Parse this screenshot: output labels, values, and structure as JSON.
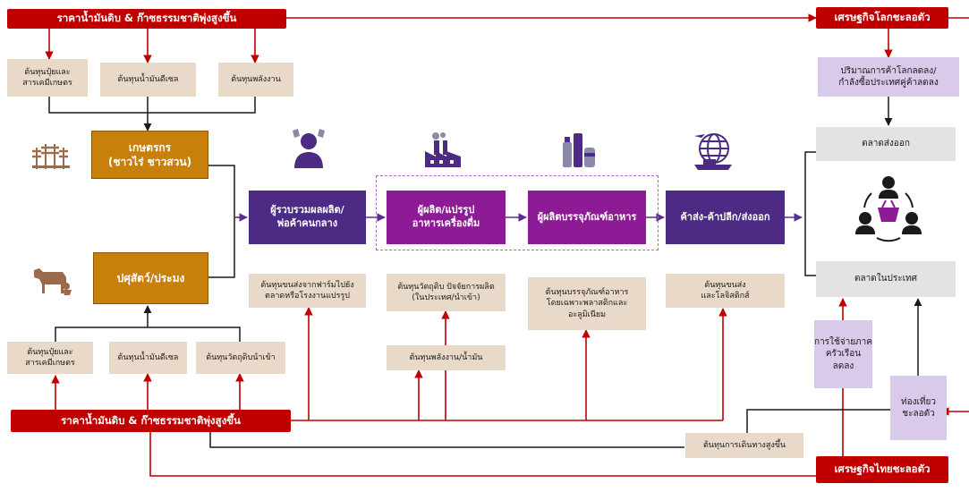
{
  "boxes": {
    "oil_top": "ราคาน้ำมันดิบ & ก๊าซธรรมชาติพุ่งสูงขึ้น",
    "oil_bottom": "ราคาน้ำมันดิบ & ก๊าซธรรมชาติพุ่งสูงขึ้น",
    "global_econ": "เศรษฐกิจโลกชะลอตัว",
    "thai_econ": "เศรษฐกิจไทยชะลอตัว",
    "fert_top": "ต้นทุนปุ๋ยและ\nสารเคมีเกษตร",
    "diesel_top": "ต้นทุนน้ำมันดีเซล",
    "energy_top": "ต้นทุนพลังงาน",
    "farmers": "เกษตรกร\n(ชาวไร่ ชาวสวน)",
    "livestock": "ปศุสัตว์/ประมง",
    "fert_bottom": "ต้นทุนปุ๋ยและ\nสารเคมีเกษตร",
    "diesel_bottom": "ต้นทุนน้ำมันดีเซล",
    "raw_import": "ต้นทุนวัตถุดิบนำเข้า",
    "collectors": "ผู้รวบรวมผลผลิต/\nพ่อค้าคนกลาง",
    "producers": "ผู้ผลิต/แปรรูป\nอาหารเครื่องดื่ม",
    "packaging_producers": "ผู้ผลิตบรรจุภัณฑ์อาหาร",
    "wholesale": "ค้าส่ง-ค้าปลีก/ส่งออก",
    "transport_farm": "ต้นทุนขนส่งจากฟาร์มไปยัง\nตลาดหรือโรงงานแปรรูป",
    "raw_material_cost": "ต้นทุนวัตถุดิบ ปัจจัยการผลิต\n(ในประเทศ/นำเข้า)",
    "energy_oil": "ต้นทุนพลังงาน/น้ำมัน",
    "packaging_cost": "ต้นทุนบรรจุภัณฑ์อาหาร\nโดยเฉพาะพลาสติกและ\nอะลูมิเนียม",
    "logistics": "ต้นทุนขนส่ง\nและโลจิสติกส์",
    "travel_cost": "ต้นทุนการเดินทางสูงขึ้น",
    "world_trade": "ปริมาณการค้าโลกลดลง/\nกำลังซื้อประเทศคู่ค้าลดลง",
    "export_market": "ตลาดส่งออก",
    "domestic_market": "ตลาดในประเทศ",
    "household_spending": "การใช้จ่ายภาค\nครัวเรือน\nลดลง",
    "tourism": "ท่องเที่ยว\nชะลอตัว"
  },
  "colors": {
    "red": "#c00000",
    "tan": "#e8d9c8",
    "gold": "#c8800a",
    "dark_purple": "#4d2a83",
    "magenta": "#8e1b96",
    "lavender": "#d9c9ea",
    "grey": "#e3e3e3",
    "arrow_black": "#1a1a1a",
    "arrow_purple": "#5b2e91"
  },
  "icons": [
    "wheat-icon",
    "cow-chicken-icon",
    "farmer-person-icon",
    "factory-icon",
    "food-packaging-icon",
    "globe-trade-icon",
    "consumers-basket-icon"
  ]
}
